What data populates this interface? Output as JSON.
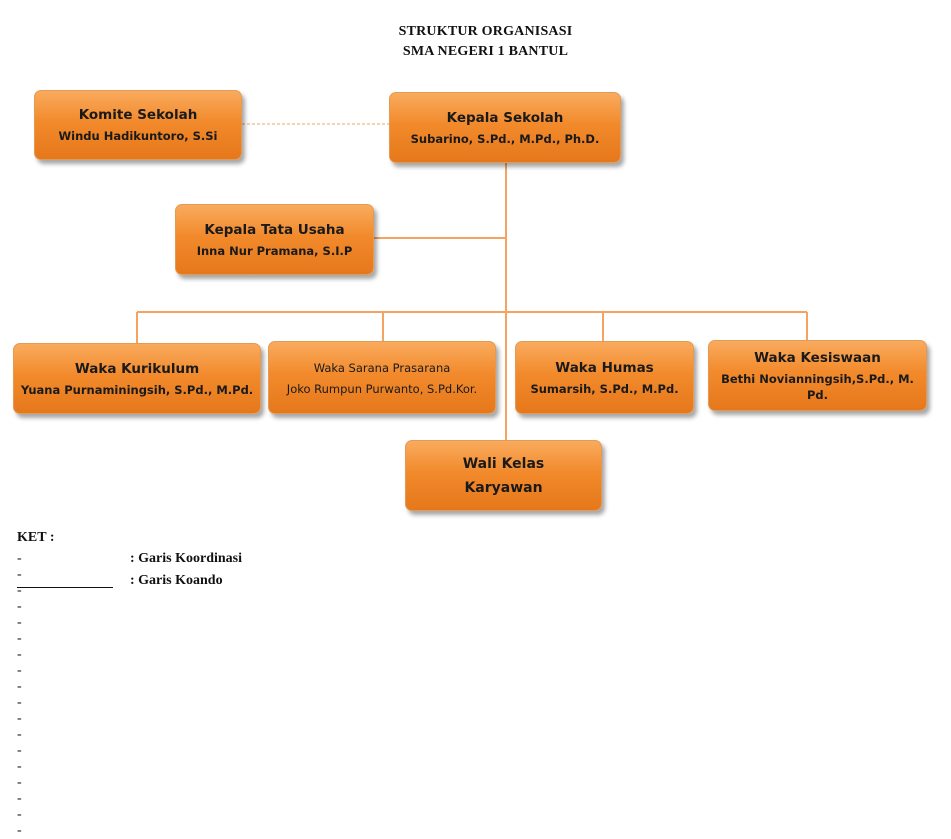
{
  "title": {
    "line1": "STRUKTUR ORGANISASI",
    "line2": "SMA NEGERI 1 BANTUL"
  },
  "colors": {
    "box_fill": "#f28a2c",
    "line": "#f4a460"
  },
  "nodes": {
    "komite": {
      "role": "Komite Sekolah",
      "person": "Windu Hadikuntoro, S.Si"
    },
    "kepala": {
      "role": "Kepala Sekolah",
      "person": "Subarino, S.Pd., M.Pd., Ph.D."
    },
    "tata_usaha": {
      "role": "Kepala Tata Usaha",
      "person": "Inna Nur Pramana, S.I.P"
    },
    "kurikulum": {
      "role": "Waka Kurikulum",
      "person": "Yuana Purnaminingsih, S.Pd., M.Pd."
    },
    "sarpras": {
      "role": "Waka Sarana Prasarana",
      "person": "Joko Rumpun Purwanto, S.Pd.Kor."
    },
    "humas": {
      "role": "Waka Humas",
      "person": "Sumarsih, S.Pd., M.Pd."
    },
    "kesiswaan": {
      "role": "Waka Kesiswaan",
      "person": "Bethi Novianningsih,S.Pd., M. Pd."
    },
    "wali": {
      "line1": "Wali Kelas",
      "line2": "Karyawan"
    }
  },
  "legend": {
    "heading": "KET :",
    "dashed_symbol": "------------------",
    "dashed_label": ": Garis Koordinasi",
    "solid_label": ": Garis Koando"
  }
}
